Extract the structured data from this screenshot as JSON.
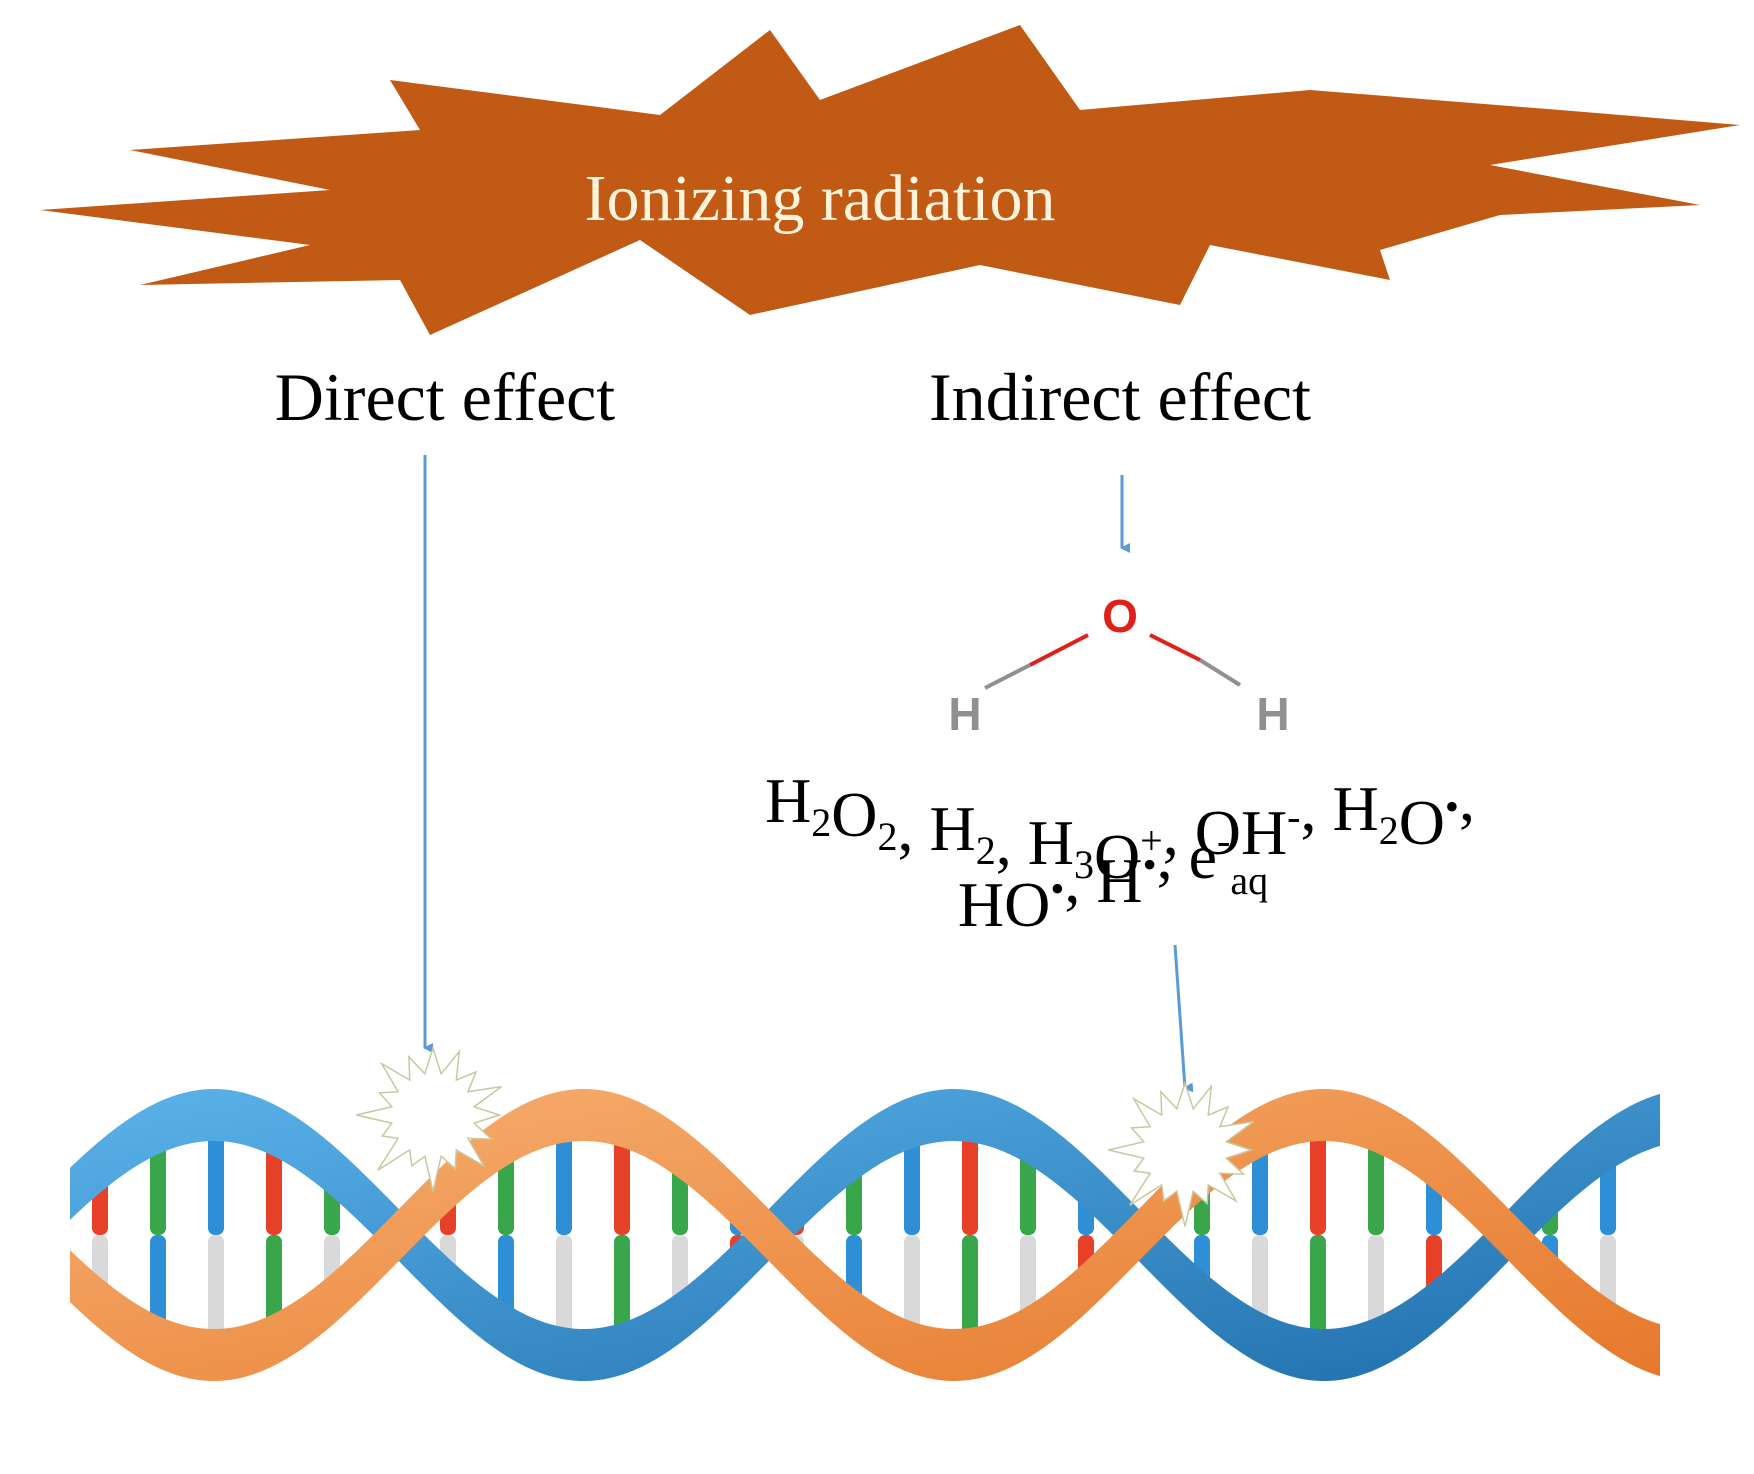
{
  "banner": {
    "label": "Ionizing radiation",
    "fill_color": "#c05a14",
    "text_color": "#fff3dc"
  },
  "effects": {
    "direct_label": "Direct effect",
    "indirect_label": "Indirect effect"
  },
  "water_molecule": {
    "oxygen": "O",
    "hydrogen_left": "H",
    "hydrogen_right": "H",
    "oxygen_color": "#e0201b",
    "hydrogen_color": "#909090"
  },
  "products": {
    "line1": [
      {
        "base": "H",
        "sub": "2"
      },
      {
        "base": "O",
        "sub": "2"
      },
      {
        "base": ", H",
        "sub": "2"
      },
      {
        "base": ", H",
        "sub": "3"
      },
      {
        "base": "O",
        "sup": "+"
      },
      {
        "base": ", OH",
        "sup": "-"
      },
      {
        "base": ", H",
        "sub": "2"
      },
      {
        "base": "O",
        "sup": "•"
      },
      {
        "base": ","
      }
    ],
    "line2": [
      {
        "base": "HO",
        "sup": "•"
      },
      {
        "base": ", H",
        "sup": "•"
      },
      {
        "base": ", e",
        "sup": "-",
        "sub": "aq"
      }
    ]
  },
  "arrow_color": "#5b9bd5",
  "dna": {
    "strand_blue": "#2e86c8",
    "strand_orange": "#f08a3c",
    "base_colors": [
      "#e8412a",
      "#3aa64b",
      "#2f8fd6",
      "#d9d9d9"
    ]
  }
}
